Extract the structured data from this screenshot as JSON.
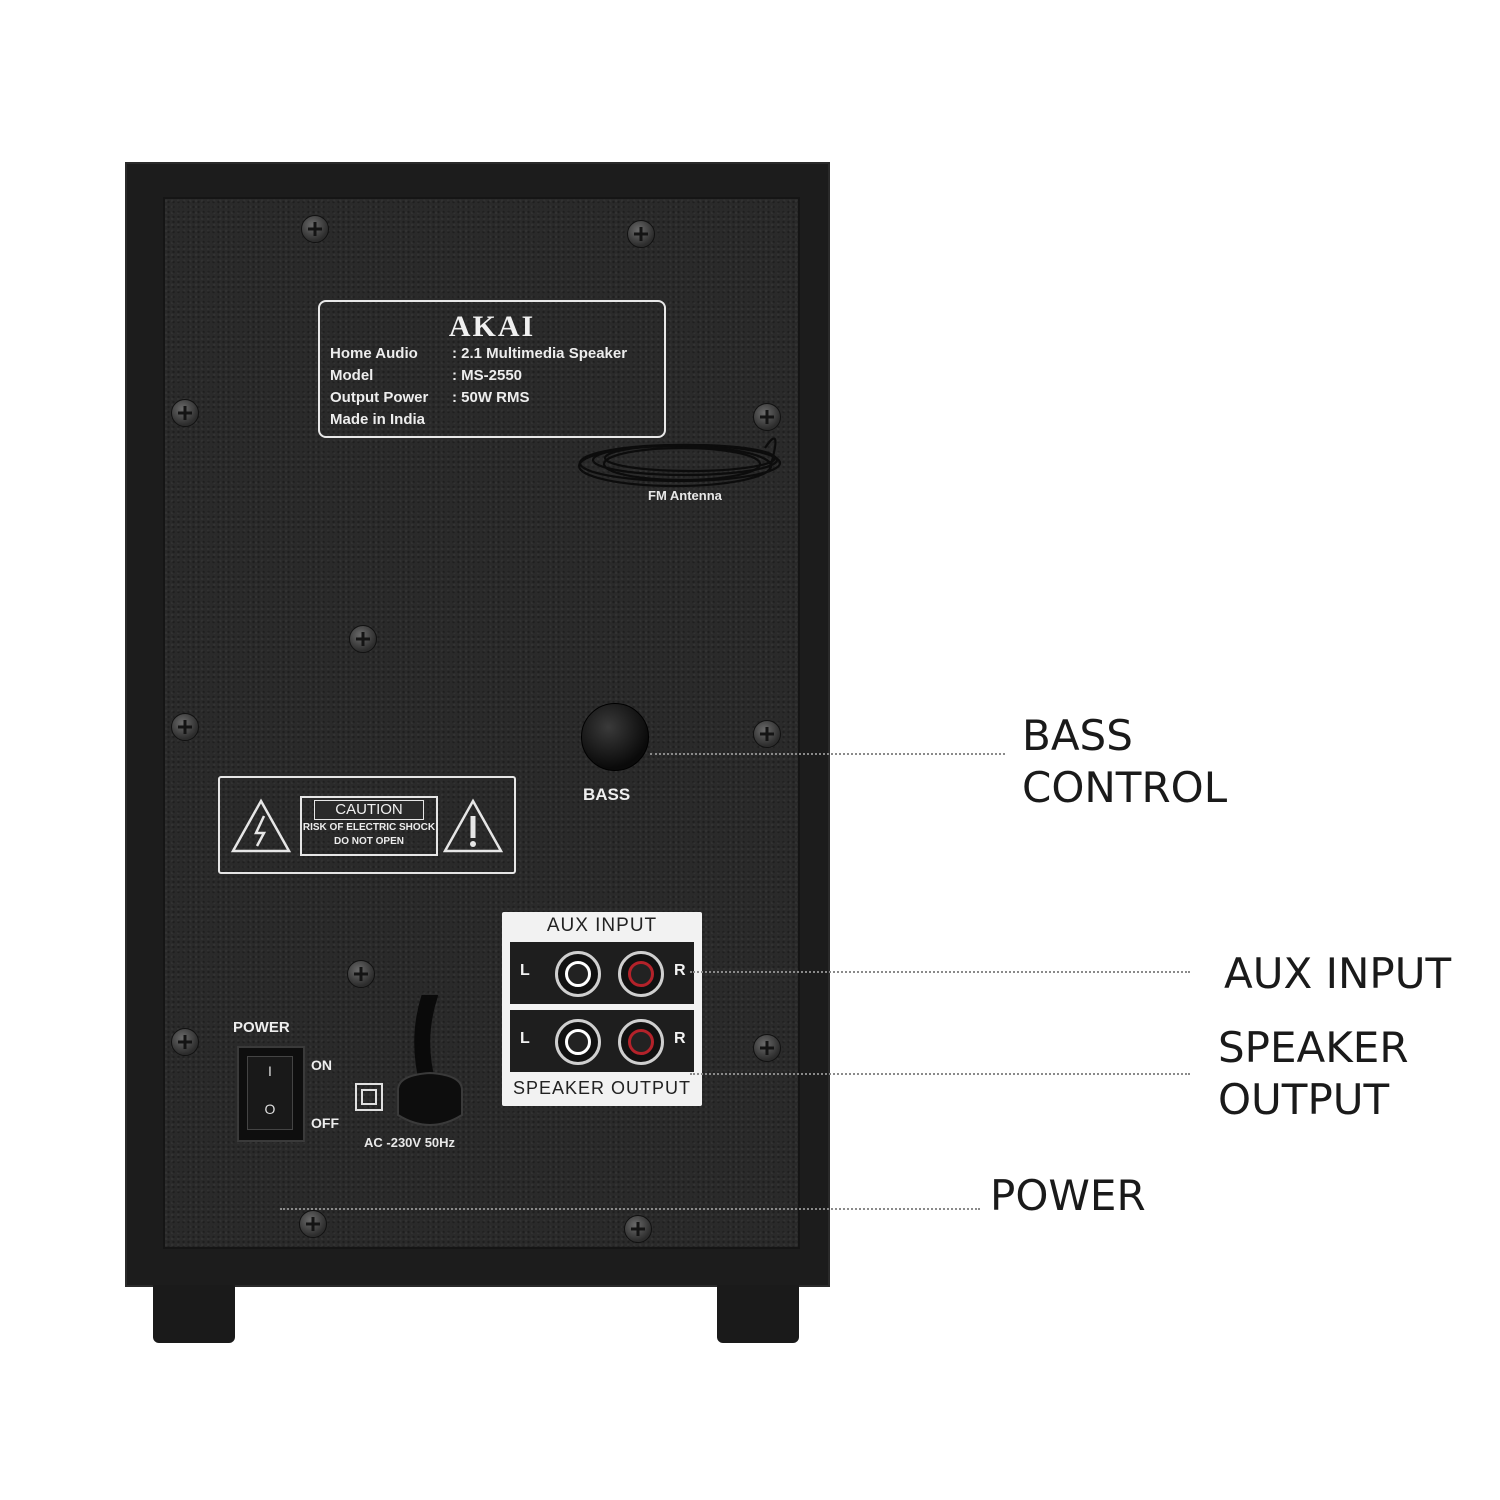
{
  "label_plate": {
    "brand": "AKAI",
    "specs": [
      {
        "key": "Home Audio",
        "value": ": 2.1 Multimedia Speaker"
      },
      {
        "key": "Model",
        "value": ": MS-2550"
      },
      {
        "key": "Output Power",
        "value": ": 50W RMS"
      },
      {
        "key": "Made in India",
        "value": ""
      }
    ]
  },
  "antenna_label": "FM Antenna",
  "bass_knob_label": "BASS",
  "caution": {
    "title": "CAUTION",
    "line1": "RISK OF ELECTRIC SHOCK",
    "line2": "DO NOT OPEN"
  },
  "io_panel": {
    "aux_title": "AUX INPUT",
    "speaker_title": "SPEAKER OUTPUT",
    "left": "L",
    "right": "R"
  },
  "power_switch": {
    "label": "POWER",
    "on": "ON",
    "off": "OFF",
    "on_mark": "I",
    "off_mark": "O"
  },
  "ac_rating": "AC -230V  50Hz",
  "callouts": {
    "bass_line1": "BASS",
    "bass_line2": "CONTROL",
    "aux": "AUX INPUT",
    "speaker_line1": "SPEAKER",
    "speaker_line2": "OUTPUT",
    "power": "POWER"
  },
  "colors": {
    "cabinet": "#1c1c1c",
    "panel": "#2a2a2a",
    "io_plate": "#f2f2f2",
    "rca_red": "#b3222a",
    "callout_text": "#1a1a1a"
  }
}
